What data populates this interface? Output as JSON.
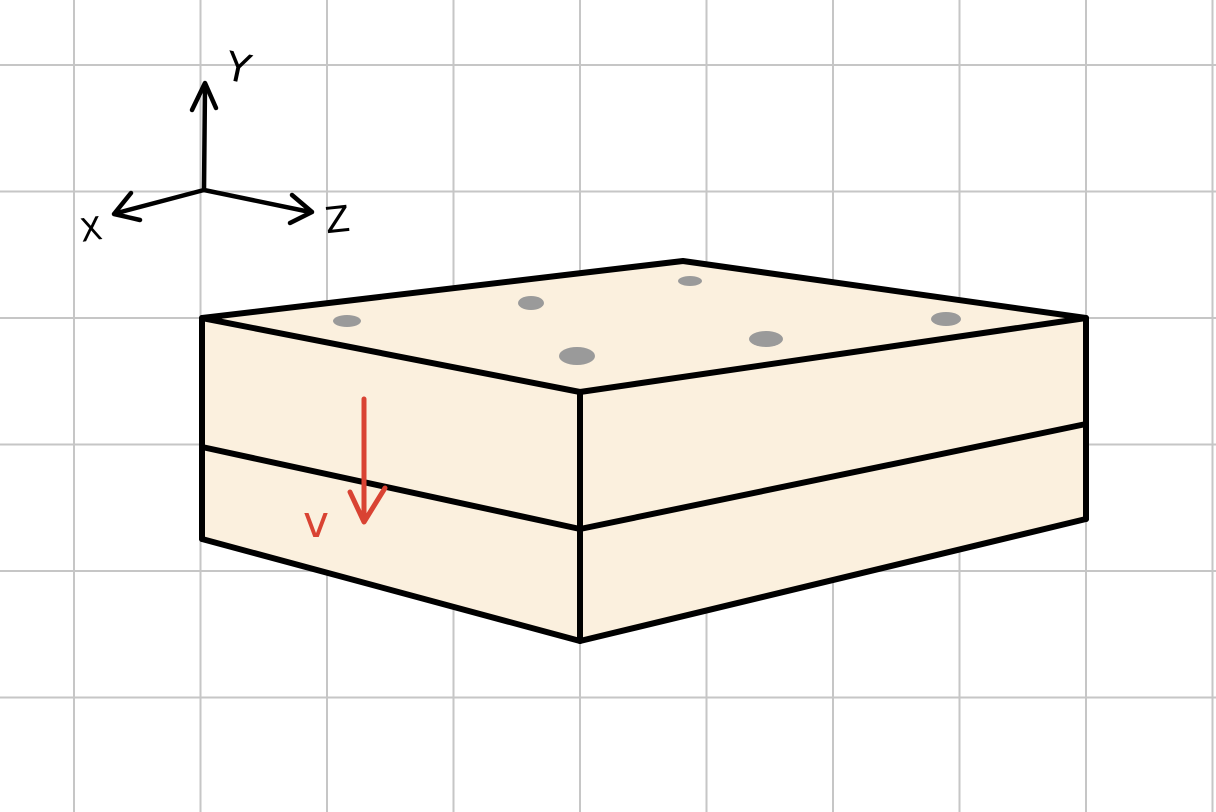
{
  "axes": {
    "y_label": "Y",
    "x_label": "X",
    "z_label": "Z"
  },
  "annotations": {
    "velocity_label": "v"
  },
  "colors": {
    "grid": "#c6c6c6",
    "block_fill": "#fbf0de",
    "outline": "#000000",
    "velocity_arrow": "#d94333",
    "dots": "#9a9a9a"
  },
  "figure": {
    "layers": 2,
    "surface_dots": 6,
    "velocity_direction": "down"
  }
}
